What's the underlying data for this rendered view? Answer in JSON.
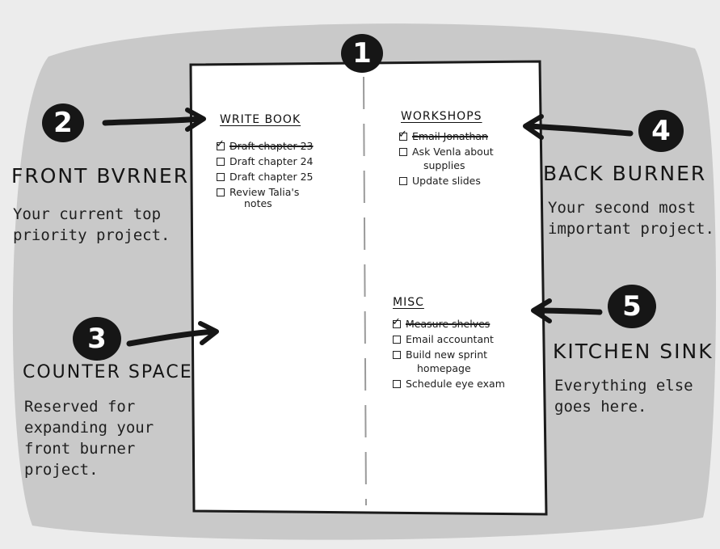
{
  "badges": [
    "1",
    "2",
    "3",
    "4",
    "5"
  ],
  "sections": {
    "front_burner": {
      "title": "FRONT BVRNER",
      "description": [
        "Your current top",
        "priority project."
      ]
    },
    "counter_space": {
      "title": "COUNTER SPACE",
      "description": [
        "Reserved for",
        "expanding your",
        "front burner",
        "project."
      ]
    },
    "back_burner": {
      "title": "BACK BURNER",
      "description": [
        "Your second most",
        "important project."
      ]
    },
    "kitchen_sink": {
      "title": "KITCHEN SINK",
      "description": [
        "Everything else",
        "goes here."
      ]
    }
  },
  "notebook": {
    "write_book": {
      "heading": "WRITE BOOK",
      "items": [
        {
          "text": "Draft chapter 23",
          "done": true
        },
        {
          "text": "Draft chapter 24",
          "done": false
        },
        {
          "text": "Draft chapter 25",
          "done": false
        },
        {
          "text": "Review Talia's",
          "text2": "notes",
          "done": false
        }
      ]
    },
    "workshops": {
      "heading": "WORKSHOPS",
      "items": [
        {
          "text": "Email Jonathan",
          "done": true
        },
        {
          "text": "Ask Venla about",
          "text2": "supplies",
          "done": false
        },
        {
          "text": "Update slides",
          "done": false
        }
      ]
    },
    "misc": {
      "heading": "MISC",
      "items": [
        {
          "text": "Measure shelves",
          "done": true
        },
        {
          "text": "Email accountant",
          "done": false
        },
        {
          "text": "Build new sprint",
          "text2": "homepage",
          "done": false
        },
        {
          "text": "Schedule eye exam",
          "done": false
        }
      ]
    }
  },
  "colors": {
    "background_blob": "#c9c9c9",
    "notebook": "#ffffff",
    "ink": "#161616"
  },
  "icon_names": [
    "arrow-right-icon",
    "arrow-left-icon",
    "number-badge-icon"
  ]
}
